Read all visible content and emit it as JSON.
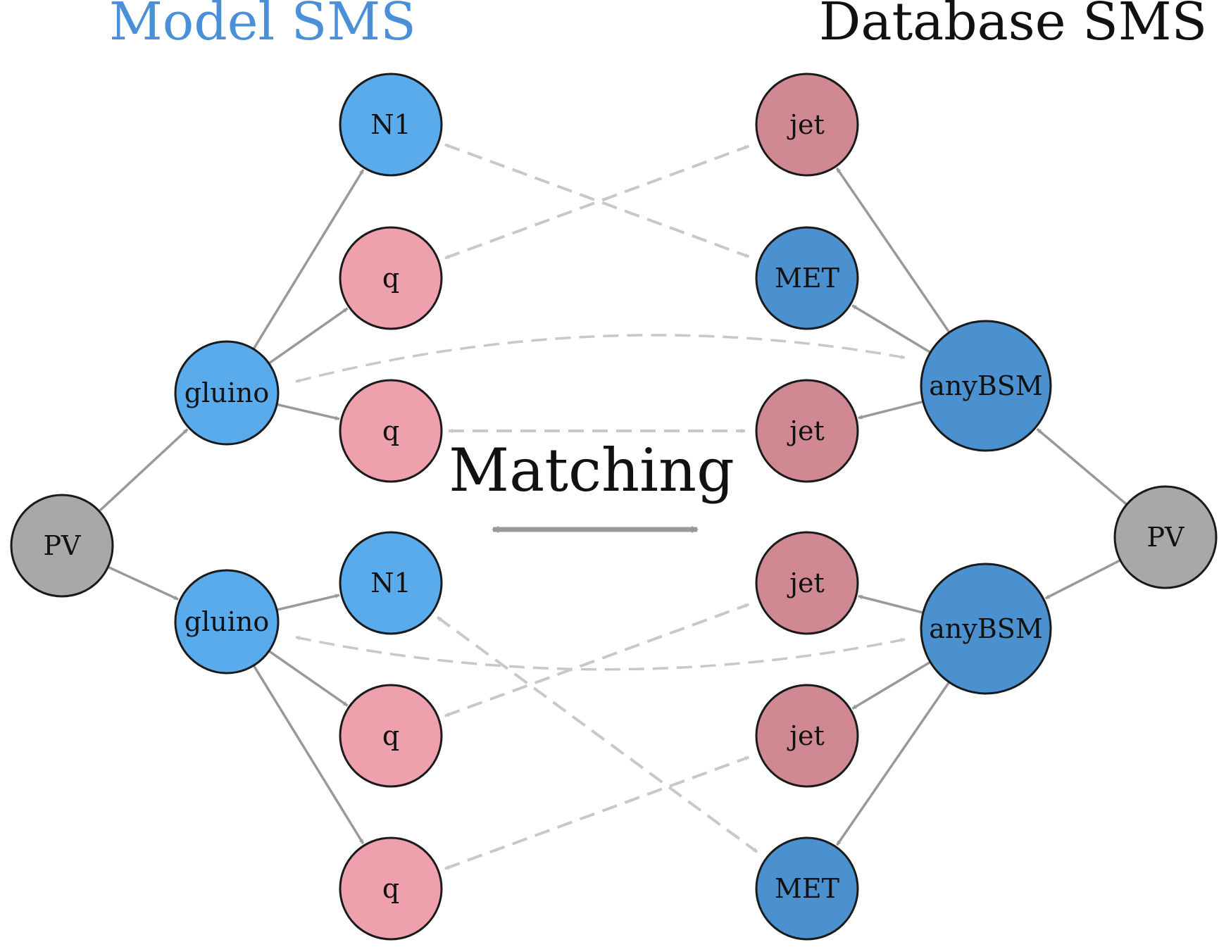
{
  "titles": {
    "model": "Model SMS",
    "database": "Database SMS",
    "matching": "Matching"
  },
  "colors": {
    "model_title": "#4a90d9",
    "database_title": "#111111",
    "pv": "#a8a8a8",
    "model_bsm": "#5aabec",
    "model_sm": "#eea1ac",
    "db_bsm": "#4b91cf",
    "db_sm": "#d08892",
    "edge": "#999999",
    "match": "#c8c8c8"
  },
  "model_nodes": [
    {
      "id": "m_pv",
      "label": "PV",
      "kind": "pv"
    },
    {
      "id": "m_g1",
      "label": "gluino",
      "kind": "model_bsm"
    },
    {
      "id": "m_g2",
      "label": "gluino",
      "kind": "model_bsm"
    },
    {
      "id": "m_n1a",
      "label": "N1",
      "kind": "model_bsm"
    },
    {
      "id": "m_q1",
      "label": "q",
      "kind": "model_sm"
    },
    {
      "id": "m_q2",
      "label": "q",
      "kind": "model_sm"
    },
    {
      "id": "m_n1b",
      "label": "N1",
      "kind": "model_bsm"
    },
    {
      "id": "m_q3",
      "label": "q",
      "kind": "model_sm"
    },
    {
      "id": "m_q4",
      "label": "q",
      "kind": "model_sm"
    }
  ],
  "database_nodes": [
    {
      "id": "d_pv",
      "label": "PV",
      "kind": "pv"
    },
    {
      "id": "d_b1",
      "label": "anyBSM",
      "kind": "db_bsm"
    },
    {
      "id": "d_b2",
      "label": "anyBSM",
      "kind": "db_bsm"
    },
    {
      "id": "d_j1",
      "label": "jet",
      "kind": "db_sm"
    },
    {
      "id": "d_met1",
      "label": "MET",
      "kind": "db_bsm"
    },
    {
      "id": "d_j2",
      "label": "jet",
      "kind": "db_sm"
    },
    {
      "id": "d_j3",
      "label": "jet",
      "kind": "db_sm"
    },
    {
      "id": "d_j4",
      "label": "jet",
      "kind": "db_sm"
    },
    {
      "id": "d_met2",
      "label": "MET",
      "kind": "db_bsm"
    }
  ],
  "edges": [
    [
      "m_pv",
      "m_g1"
    ],
    [
      "m_pv",
      "m_g2"
    ],
    [
      "m_g1",
      "m_n1a"
    ],
    [
      "m_g1",
      "m_q1"
    ],
    [
      "m_g1",
      "m_q2"
    ],
    [
      "m_g2",
      "m_n1b"
    ],
    [
      "m_g2",
      "m_q3"
    ],
    [
      "m_g2",
      "m_q4"
    ],
    [
      "d_pv",
      "d_b1"
    ],
    [
      "d_pv",
      "d_b2"
    ],
    [
      "d_b1",
      "d_j1"
    ],
    [
      "d_b1",
      "d_met1"
    ],
    [
      "d_b1",
      "d_j2"
    ],
    [
      "d_b2",
      "d_j3"
    ],
    [
      "d_b2",
      "d_j4"
    ],
    [
      "d_b2",
      "d_met2"
    ]
  ],
  "matches": [
    [
      "m_n1a",
      "d_met1"
    ],
    [
      "m_q1",
      "d_j1"
    ],
    [
      "m_q2",
      "d_j2"
    ],
    [
      "m_g1",
      "d_b1"
    ],
    [
      "m_g2",
      "d_b2"
    ],
    [
      "m_n1b",
      "d_met2"
    ],
    [
      "m_q3",
      "d_j3"
    ],
    [
      "m_q4",
      "d_j4"
    ]
  ]
}
